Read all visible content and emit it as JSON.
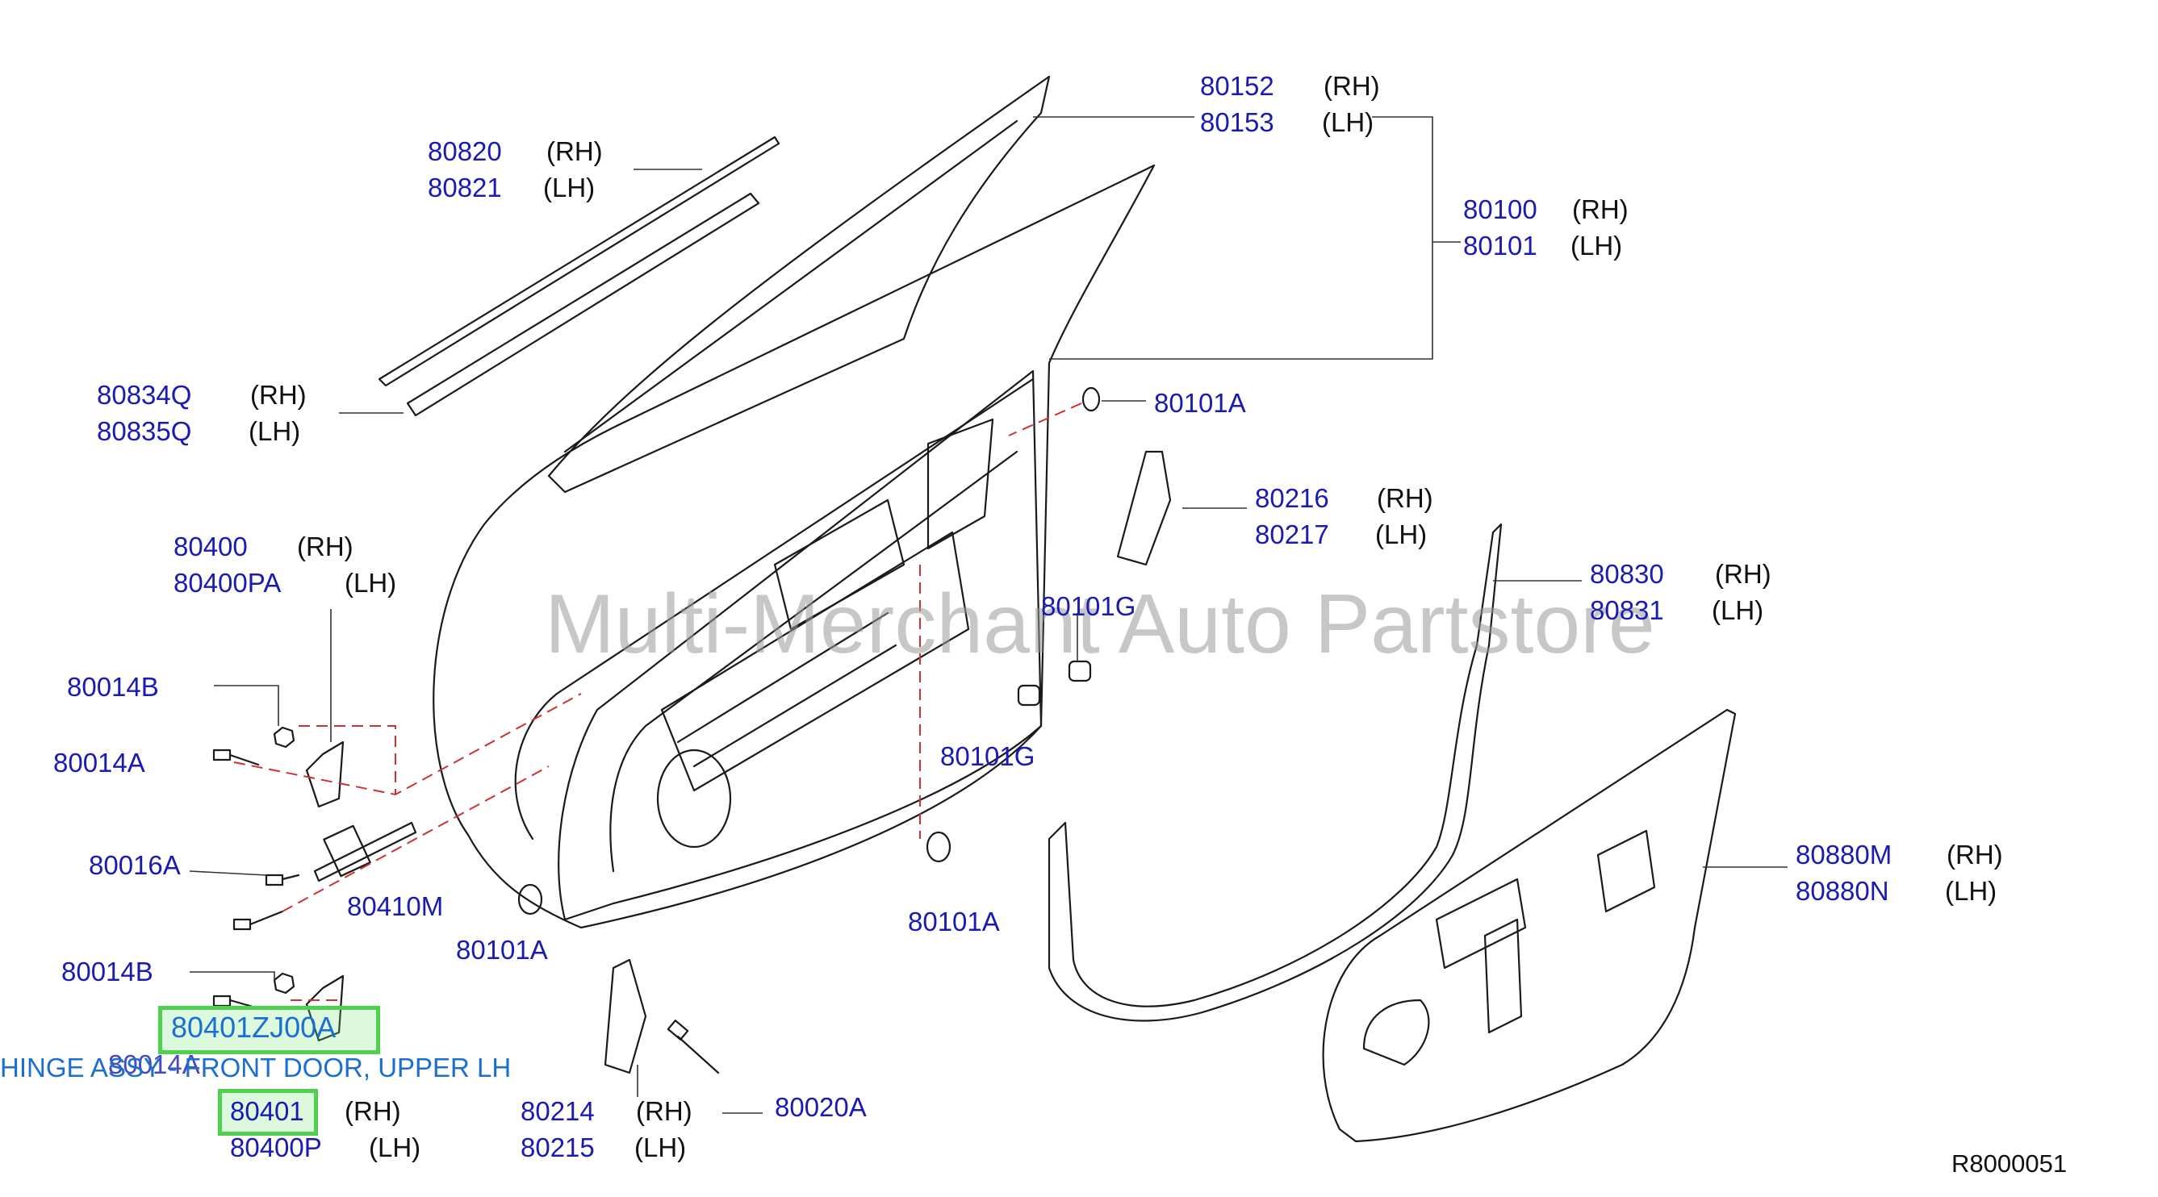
{
  "watermark": "Multi-Merchant Auto Partstore",
  "reference_code": "R8000051",
  "callouts": [
    {
      "part": "80152",
      "side": "(RH)"
    },
    {
      "part": "80153",
      "side": "(LH)"
    },
    {
      "part": "80820",
      "side": "(RH)"
    },
    {
      "part": "80821",
      "side": "(LH)"
    },
    {
      "part": "80100",
      "side": "(RH)"
    },
    {
      "part": "80101",
      "side": "(LH)"
    },
    {
      "part": "80834Q",
      "side": "(RH)"
    },
    {
      "part": "80835Q",
      "side": "(LH)"
    },
    {
      "part": "80101A",
      "side": ""
    },
    {
      "part": "80216",
      "side": "(RH)"
    },
    {
      "part": "80217",
      "side": "(LH)"
    },
    {
      "part": "80400",
      "side": "(RH)"
    },
    {
      "part": "80400PA",
      "side": "(LH)"
    },
    {
      "part": "80830",
      "side": "(RH)"
    },
    {
      "part": "80831",
      "side": "(LH)"
    },
    {
      "part": "80101G",
      "side": ""
    },
    {
      "part": "80014B",
      "side": ""
    },
    {
      "part": "80014A",
      "side": ""
    },
    {
      "part": "80101G",
      "side": ""
    },
    {
      "part": "80016A",
      "side": ""
    },
    {
      "part": "80410M",
      "side": ""
    },
    {
      "part": "80880M",
      "side": "(RH)"
    },
    {
      "part": "80880N",
      "side": "(LH)"
    },
    {
      "part": "80101A",
      "side": ""
    },
    {
      "part": "80101A",
      "side": ""
    },
    {
      "part": "80014B",
      "side": ""
    },
    {
      "part": "80014A",
      "side": ""
    },
    {
      "part": "80401",
      "side": "(RH)"
    },
    {
      "part": "80400P",
      "side": "(LH)"
    },
    {
      "part": "80214",
      "side": "(RH)"
    },
    {
      "part": "80215",
      "side": "(LH)"
    },
    {
      "part": "80020A",
      "side": ""
    }
  ],
  "highlight": {
    "part_number": "80401ZJ00A",
    "description": "HINGE ASSY - FRONT DOOR, UPPER LH"
  }
}
